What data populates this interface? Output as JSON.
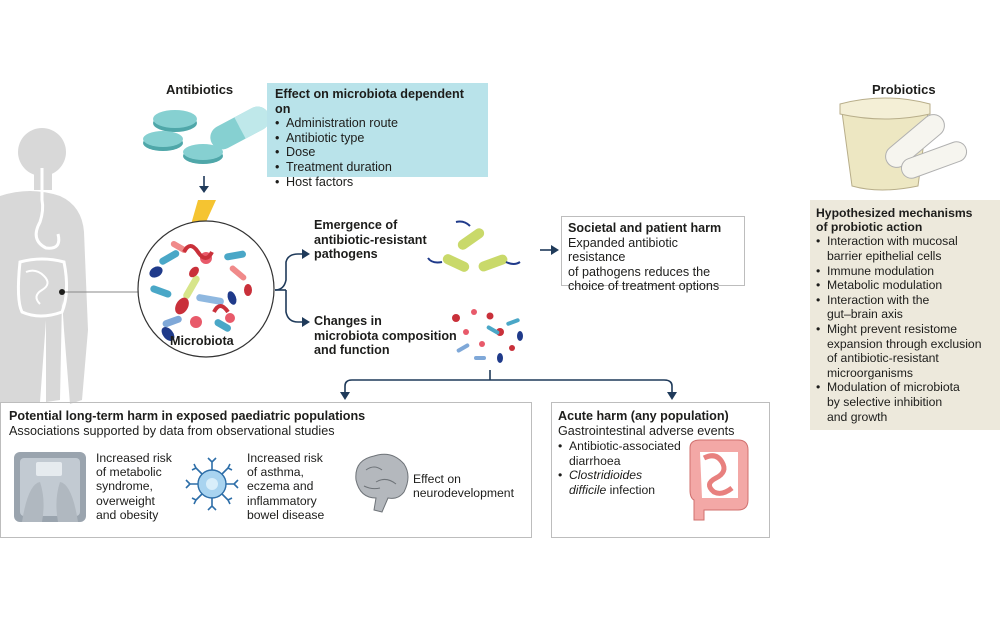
{
  "antibiotics": {
    "title": "Antibiotics",
    "effect_box": {
      "heading": "Effect on microbiota dependent on",
      "items": [
        "Administration route",
        "Antibiotic type",
        "Dose",
        "Treatment duration",
        "Host factors"
      ]
    }
  },
  "microbiota": {
    "label": "Microbiota"
  },
  "resistance": {
    "line1": "Emergence of",
    "line2": "antibiotic-resistant",
    "line3": "pathogens"
  },
  "composition": {
    "line1": "Changes in",
    "line2": "microbiota composition",
    "line3": "and function"
  },
  "societal": {
    "heading": "Societal and patient harm",
    "line1": "Expanded antibiotic resistance",
    "line2": "of pathogens reduces the",
    "line3": "choice of treatment options"
  },
  "probiotics": {
    "title": "Probiotics",
    "heading1": "Hypothesized mechanisms",
    "heading2": "of probiotic action",
    "items": [
      [
        "Interaction with mucosal",
        "barrier epithelial cells"
      ],
      [
        "Immune modulation"
      ],
      [
        "Metabolic modulation"
      ],
      [
        "Interaction with the",
        "gut–brain axis"
      ],
      [
        "Might prevent resistome",
        "expansion through exclusion",
        "of antibiotic-resistant",
        "microorganisms"
      ],
      [
        "Modulation of microbiota",
        "by selective inhibition",
        "and growth"
      ]
    ]
  },
  "longterm": {
    "heading": "Potential long-term harm in exposed paediatric populations",
    "subheading": "Associations supported by data from observational studies",
    "metabolic": [
      "Increased risk",
      "of metabolic",
      "syndrome,",
      "overweight",
      "and obesity"
    ],
    "asthma": [
      "Increased risk",
      "of asthma,",
      "eczema and",
      "inflammatory",
      "bowel disease"
    ],
    "neuro": [
      "Effect on",
      "neurodevelopment"
    ]
  },
  "acute": {
    "heading": "Acute harm (any population)",
    "subheading": "Gastrointestinal adverse events",
    "item1": [
      "Antibiotic-associated",
      "diarrhoea"
    ],
    "item2_italic": [
      "Clostridioides",
      "difficile"
    ],
    "item2_rest": " infection"
  },
  "colors": {
    "effect_box_fill": "#b9e3ea",
    "probiotic_box_fill": "#ede9dc",
    "arrow": "#1f3a5a",
    "pill": "#7fcbcb",
    "silhouette": "#d8d8d8"
  }
}
